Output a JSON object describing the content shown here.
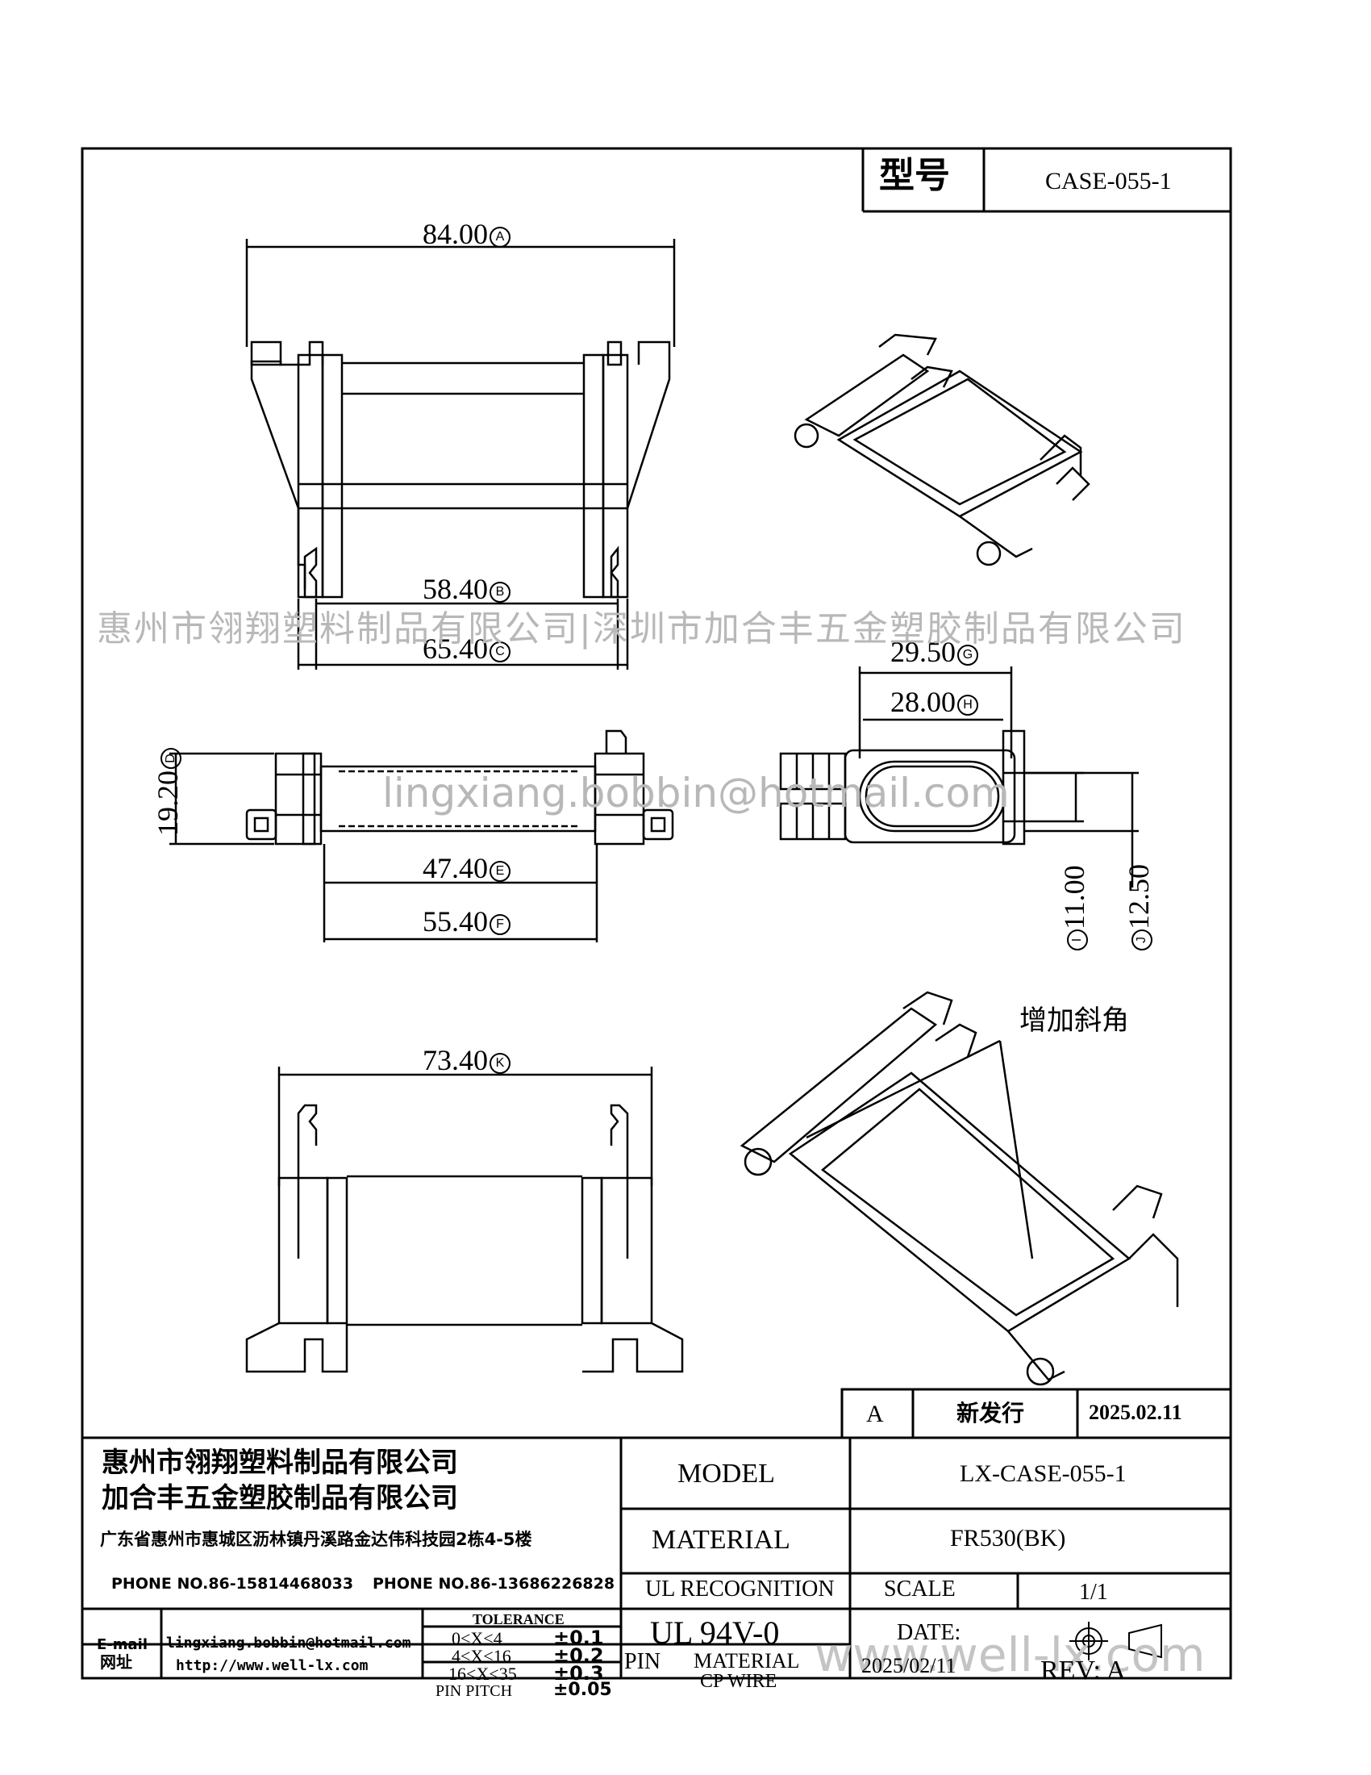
{
  "title_block": {
    "type_label": "型号",
    "type_value": "CASE-055-1"
  },
  "dimensions": {
    "a": {
      "value": "84.00",
      "ref": "A"
    },
    "b": {
      "value": "58.40",
      "ref": "B"
    },
    "c": {
      "value": "65.40",
      "ref": "C"
    },
    "d": {
      "value": "19.20",
      "ref": "D"
    },
    "e": {
      "value": "47.40",
      "ref": "E"
    },
    "f": {
      "value": "55.40",
      "ref": "F"
    },
    "g": {
      "value": "29.50",
      "ref": "G"
    },
    "h": {
      "value": "28.00",
      "ref": "H"
    },
    "i": {
      "value": "11.00",
      "ref": "I"
    },
    "j": {
      "value": "12.50",
      "ref": "J"
    },
    "k": {
      "value": "73.40",
      "ref": "K"
    }
  },
  "annotation": "增加斜角",
  "watermarks": {
    "company_line": "惠州市翎翔塑料制品有限公司|深圳市加合丰五金塑胶制品有限公司",
    "email": "lingxiang.bobbin@hotmail.com",
    "website": "www.well-lx.com"
  },
  "revision": {
    "rev": "A",
    "desc": "新发行",
    "date": "2025.02.11"
  },
  "company": {
    "name1": "惠州市翎翔塑料制品有限公司",
    "name2": "加合丰五金塑胶制品有限公司",
    "address": "广东省惠州市惠城区沥林镇丹溪路金达伟科技园2栋4-5楼",
    "phone1": "PHONE NO.86-15814468033",
    "phone2": "PHONE NO.86-13686226828",
    "email_label": "E-mail",
    "email": "lingxiang.bobbin@hotmail.com",
    "web_label": "网址",
    "web": "http://www.well-lx.com"
  },
  "tolerance": {
    "header": "TOLERANCE",
    "rows": [
      {
        "range": "0<X<4",
        "tol": "±0.1"
      },
      {
        "range": "4<X<16",
        "tol": "±0.2"
      },
      {
        "range": "16<X<35",
        "tol": "±0.3"
      },
      {
        "range": "PIN PITCH",
        "tol": "±0.05"
      }
    ]
  },
  "specs": {
    "model_label": "MODEL",
    "model_value": "LX-CASE-055-1",
    "material_label": "MATERIAL",
    "material_value": "FR530(BK)",
    "ul_label": "UL RECOGNITION",
    "ul_value": "UL 94V-0",
    "scale_label": "SCALE",
    "scale_value": "1/1",
    "date_label": "DATE:",
    "date_value": "2025/02/11",
    "pin_label": "PIN",
    "pin_material_line1": "MATERIAL",
    "pin_material_line2": "CP WIRE",
    "rev_label": "REV: A"
  }
}
